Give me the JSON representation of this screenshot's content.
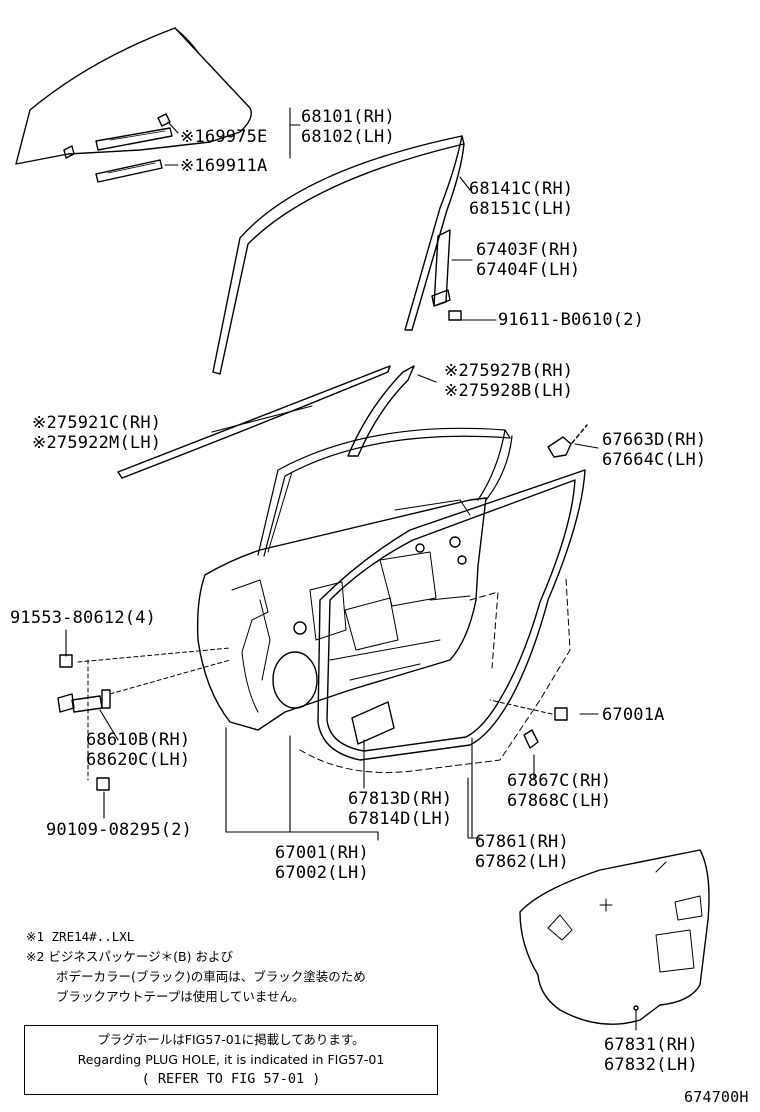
{
  "labels": {
    "glass_rh": "68101(RH)",
    "glass_lh": "68102(LH)",
    "run_upper": "※169975E",
    "run_lower": "※169911A",
    "frame_rh": "68141C(RH)",
    "frame_lh": "68151C(LH)",
    "chan_rh": "67403F(RH)",
    "chan_lh": "67404F(LH)",
    "bolt_a": "91611-B0610(2)",
    "tape_b_rh": "※275927B(RH)",
    "tape_b_lh": "※275928B(LH)",
    "tape_c_rh": "※275921C(RH)",
    "tape_c_lh": "※275922M(LH)",
    "clip_rh": "67663D(RH)",
    "clip_lh": "67664C(LH)",
    "bolt_b": "91553-80612(4)",
    "cap": "67001A",
    "hinge_rh": "68610B(RH)",
    "hinge_lh": "68620C(LH)",
    "pad_rh": "67813D(RH)",
    "pad_lh": "67814D(LH)",
    "wclip_rh": "67867C(RH)",
    "wclip_lh": "67868C(LH)",
    "bolt_c": "90109-08295(2)",
    "door_rh": "67001(RH)",
    "door_lh": "67002(LH)",
    "ws_rh": "67861(RH)",
    "ws_lh": "67862(LH)",
    "film_rh": "67831(RH)",
    "film_lh": "67832(LH)",
    "fig_code": "674700H"
  },
  "notes": {
    "n1": "※1 ZRE14#..LXL",
    "n2a": "※2 ビジネスパッケージ＊(B) および",
    "n2b": "ボデーカラー(ブラック)の車両は、ブラック塗装のため",
    "n2c": "ブラックアウトテープは使用していません。"
  },
  "refbox": {
    "line1": "プラグホールはFIG57-01に掲載してあります。",
    "line2": "Regarding PLUG HOLE, it is indicated in FIG57-01",
    "line3": "( REFER TO FIG 57-01 )"
  }
}
